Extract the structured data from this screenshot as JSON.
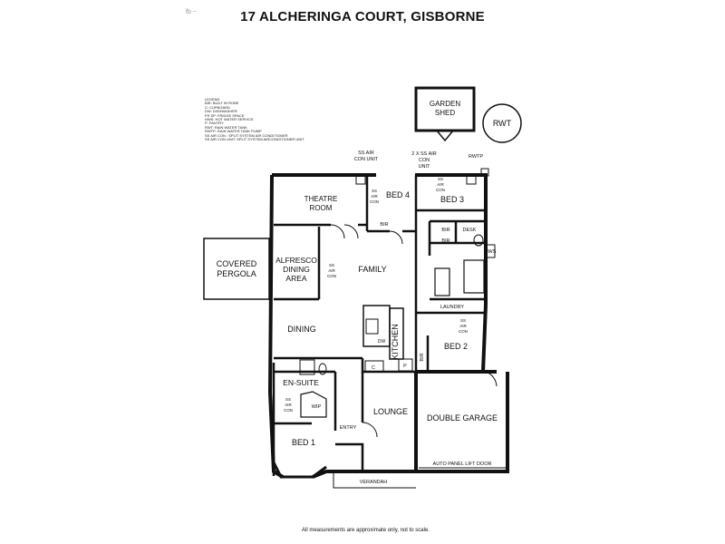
{
  "title": "17 ALCHERINGA COURT, GISBORNE",
  "top_mark": "fb ~",
  "legend": {
    "heading": "LEGEND",
    "items": [
      "BIR: BUILT IN ROBE",
      "C: CUPBOARD",
      "DW: DISHWASHER",
      "FR SP: FRIDGE SPACE",
      "HWS: HOT WATER SERVICE",
      "P: PANTRY",
      "RWT: RAIN WATER TANK",
      "RWTP: RAIN WATER TANK PUMP",
      "SS AIR CON : SPLIT SYSTEM AIR CONDITIONER",
      "SS AIR CON UNIT: SPLIT SYSTEM AIRCONDITIONER UNIT"
    ]
  },
  "outbuildings": {
    "garden_shed": [
      "GARDEN",
      "SHED"
    ],
    "rwt": "RWT"
  },
  "external_labels": {
    "ss_air_con_unit": [
      "SS AIR",
      "CON UNIT"
    ],
    "two_ss_air_con_unit": [
      "2 X SS AIR",
      "CON",
      "UNIT"
    ],
    "rwtp": "RWTP",
    "hws": "HWS"
  },
  "rooms": {
    "theatre": [
      "THEATRE",
      "ROOM"
    ],
    "bed4": "BED 4",
    "bed3": "BED 3",
    "bir": "BIR",
    "desk": "DESK",
    "covered_pergola": [
      "COVERED",
      "PERGOLA"
    ],
    "alfresco": [
      "ALFRESCO",
      "DINING",
      "AREA"
    ],
    "family": "FAMILY",
    "laundry": "LAUNDRY",
    "dining": "DINING",
    "kitchen": "KITCHEN",
    "dw": "DW",
    "c": "C",
    "p": "P",
    "bed2": "BED 2",
    "en_suite": "EN-SUITE",
    "wip": "WIP",
    "lounge": "LOUNGE",
    "entry": "ENTRY",
    "bed1": "BED 1",
    "double_garage": "DOUBLE GARAGE",
    "verandah": "VERANDAH",
    "auto_panel": "AUTO PANEL LIFT DOOR",
    "ss_air_con": [
      "SS",
      "AIR",
      "CON"
    ]
  },
  "footnote": "All measurements are approximate only, not to scale."
}
